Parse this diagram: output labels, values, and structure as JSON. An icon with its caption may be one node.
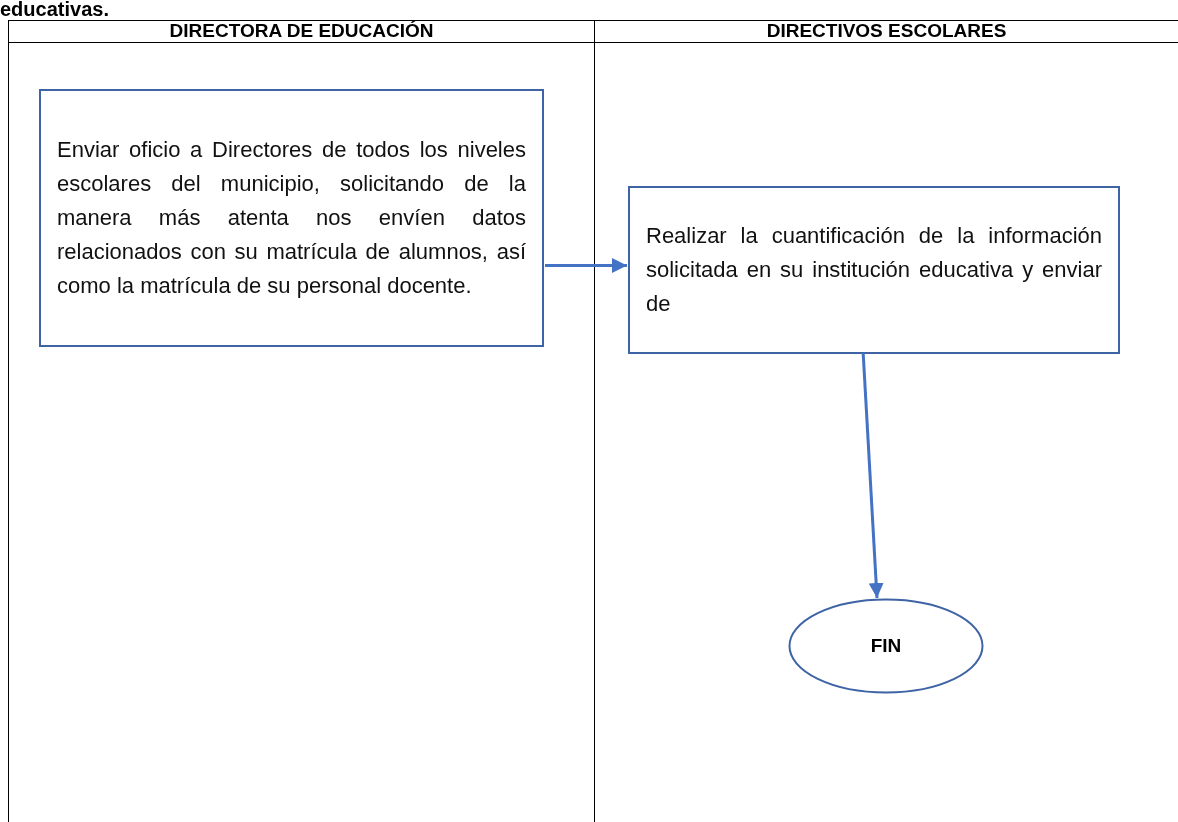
{
  "diagram": {
    "nodes": [
      {
        "text": [
          "DIRECTORA DE EDUCACIÓN"
        ]
      },
      {
        "text": [
          "Enviar oficio a Directores de todos los niveles escolares del municipio, solicitando de la manera más atenta nos envíen datos relacionados con su matrícula de alumnos, así como la matrícula de su personal docente."
        ],
        "in": 0
      },
      {
        "text": [
          "DIRECTIVOS ESCOLARES"
        ]
      },
      {
        "text": [
          "Realizar la cuantificación de la información solicitada en su institución educativa y enviar de"
        ],
        "in": 2
      },
      {
        "text": [
          "FIN"
        ],
        "in": 2
      }
    ],
    "edges": [
      {
        "from": 1,
        "to": 3,
        "arrow": "to"
      },
      {
        "from": 3,
        "to": 4,
        "arrow": "to"
      }
    ],
    "labels": [
      "educativas."
    ]
  }
}
